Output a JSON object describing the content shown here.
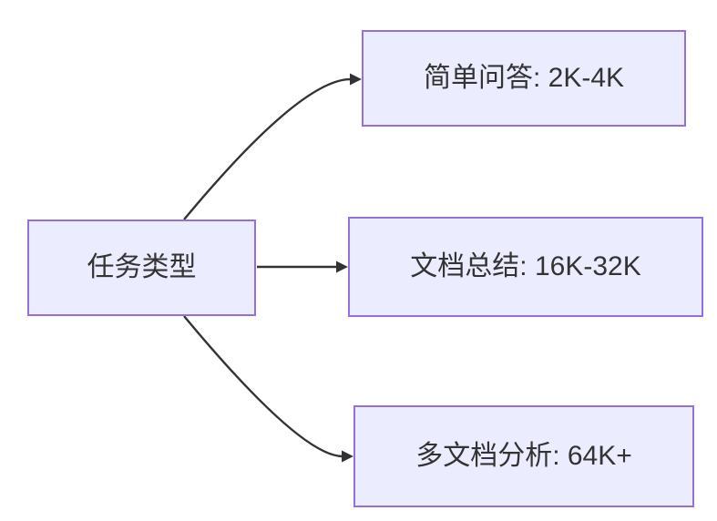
{
  "diagram": {
    "type": "flowchart",
    "direction": "left-to-right",
    "background_color": "#ffffff",
    "colors": {
      "node_fill": "#ECECFF",
      "node_border": "#9370DB",
      "edge_line": "#333333",
      "text": "#333333"
    },
    "nodes": [
      {
        "id": "task-type",
        "label": "任务类型",
        "role": "source"
      },
      {
        "id": "simple-qa",
        "label": "简单问答: 2K-4K",
        "role": "target"
      },
      {
        "id": "doc-summary",
        "label": "文档总结: 16K-32K",
        "role": "target"
      },
      {
        "id": "multi-doc",
        "label": "多文档分析: 64K+",
        "role": "target"
      }
    ],
    "edges": [
      {
        "from": "task-type",
        "to": "simple-qa"
      },
      {
        "from": "task-type",
        "to": "doc-summary"
      },
      {
        "from": "task-type",
        "to": "multi-doc"
      }
    ]
  }
}
